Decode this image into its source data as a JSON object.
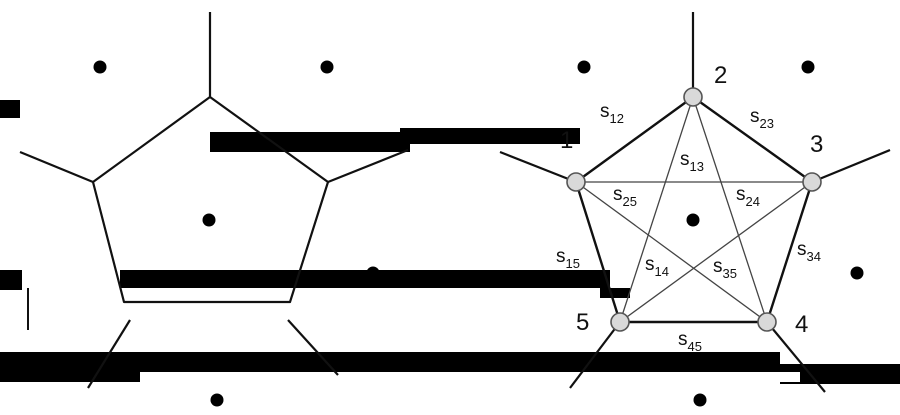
{
  "colors": {
    "background": "#ffffff",
    "edge": "#111111",
    "site": "#000000",
    "node_fill": "#d9d9d9",
    "node_stroke": "#555555",
    "thin_edge": "#555555",
    "black_band": "#000000"
  },
  "left_panel": {
    "description_none": ""
  },
  "right_panel": {
    "vertex_labels": [
      "1",
      "2",
      "3",
      "4",
      "5"
    ],
    "edge_labels": [
      {
        "base": "s",
        "sub": "12"
      },
      {
        "base": "s",
        "sub": "23"
      },
      {
        "base": "s",
        "sub": "13"
      },
      {
        "base": "s",
        "sub": "25"
      },
      {
        "base": "s",
        "sub": "24"
      },
      {
        "base": "s",
        "sub": "15"
      },
      {
        "base": "s",
        "sub": "14"
      },
      {
        "base": "s",
        "sub": "35"
      },
      {
        "base": "s",
        "sub": "34"
      },
      {
        "base": "s",
        "sub": "45"
      }
    ]
  }
}
